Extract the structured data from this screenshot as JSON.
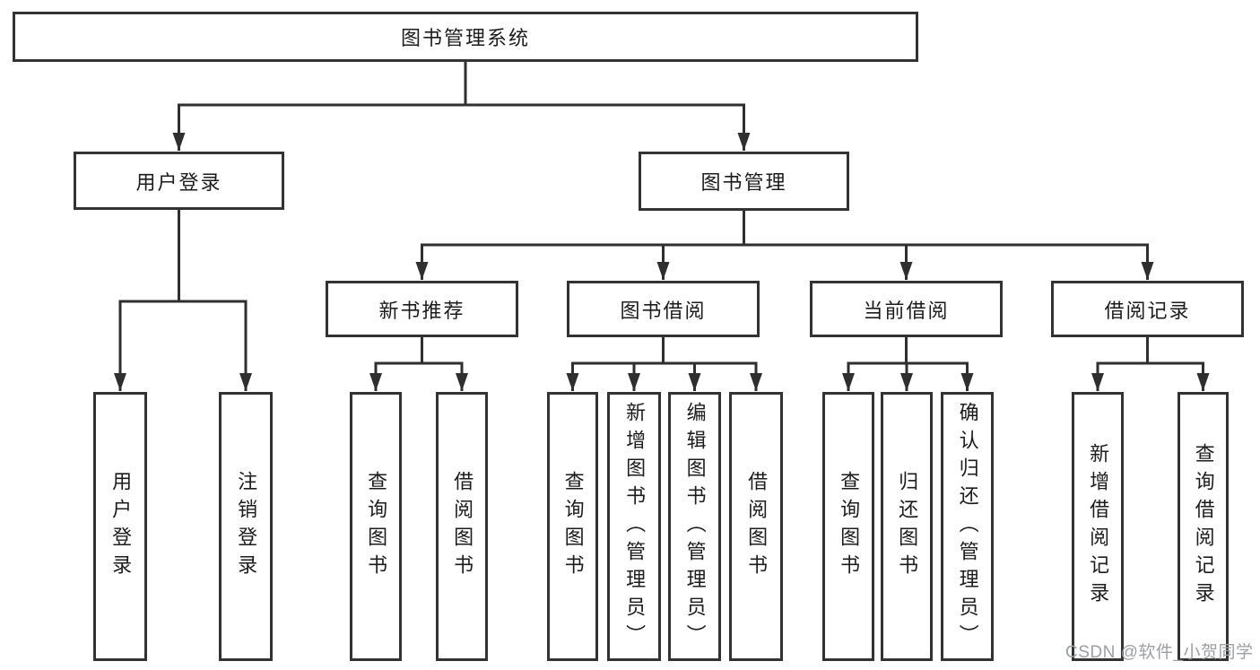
{
  "colors": {
    "line": "#2f2f2f",
    "box_border": "#333333",
    "text": "#1c1c1c",
    "watermark": "#9ca0a6",
    "background": "#ffffff"
  },
  "watermark": {
    "text": "CSDN @软件_小贺同学"
  },
  "tree": {
    "root": {
      "label": "图书管理系统"
    },
    "branches": [
      {
        "label": "用户登录",
        "children": [
          {
            "label": "用户登录"
          },
          {
            "label": "注销登录"
          }
        ]
      },
      {
        "label": "图书管理",
        "children": [
          {
            "label": "新书推荐",
            "children": [
              {
                "label": "查询图书"
              },
              {
                "label": "借阅图书"
              }
            ]
          },
          {
            "label": "图书借阅",
            "children": [
              {
                "label": "查询图书"
              },
              {
                "label": "新增图书（管理员）"
              },
              {
                "label": "编辑图书（管理员）"
              },
              {
                "label": "借阅图书"
              }
            ]
          },
          {
            "label": "当前借阅",
            "children": [
              {
                "label": "查询图书"
              },
              {
                "label": "归还图书"
              },
              {
                "label": "确认归还（管理员）"
              }
            ]
          },
          {
            "label": "借阅记录",
            "children": [
              {
                "label": "新增借阅记录"
              },
              {
                "label": "查询借阅记录"
              }
            ]
          }
        ]
      }
    ]
  }
}
